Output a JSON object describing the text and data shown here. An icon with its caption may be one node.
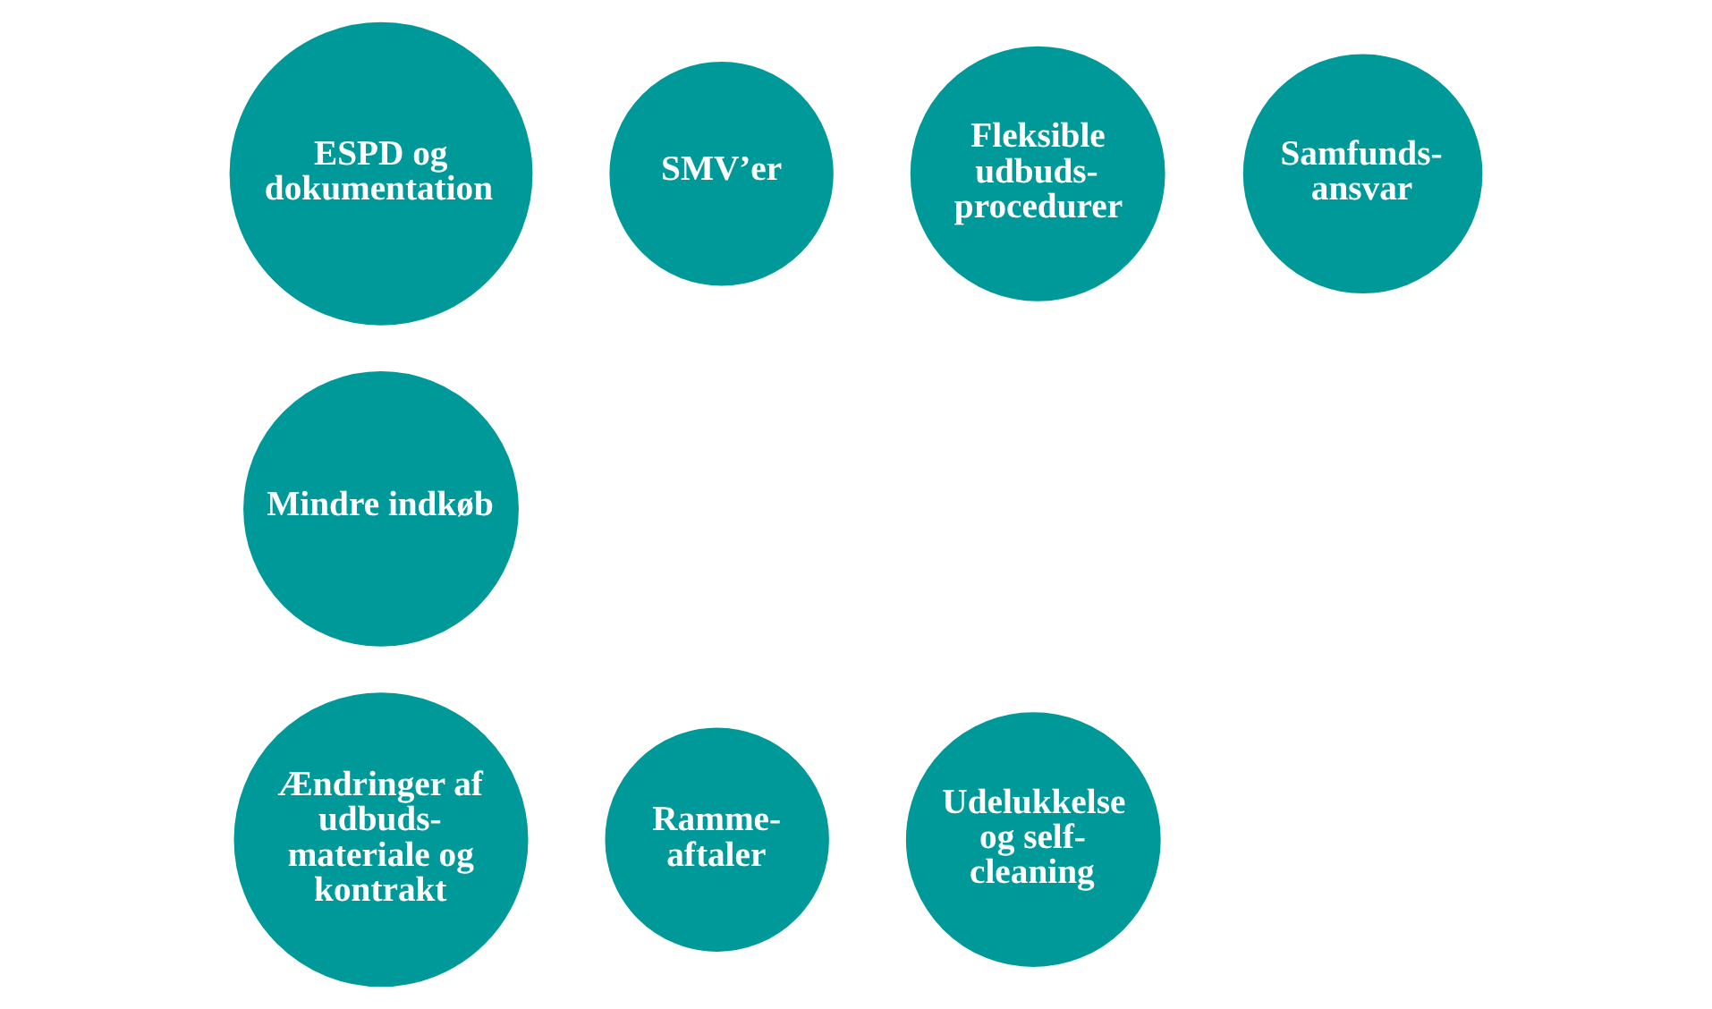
{
  "diagram": {
    "nodes": [
      {
        "text": [
          "ESPD og dokumentation"
        ]
      },
      {
        "text": [
          "SMV’er"
        ]
      },
      {
        "text": [
          "Fleksible udbuds- procedurer"
        ]
      },
      {
        "text": [
          "Samfunds- ansvar"
        ]
      },
      {
        "text": [
          "Mindre indkøb"
        ]
      },
      {
        "text": [
          "Ændringer af udbuds- materiale og kontrakt"
        ]
      },
      {
        "text": [
          "Ramme- aftaler"
        ]
      },
      {
        "text": [
          "Udelukkelse og self- cleaning"
        ]
      }
    ],
    "edges": []
  }
}
